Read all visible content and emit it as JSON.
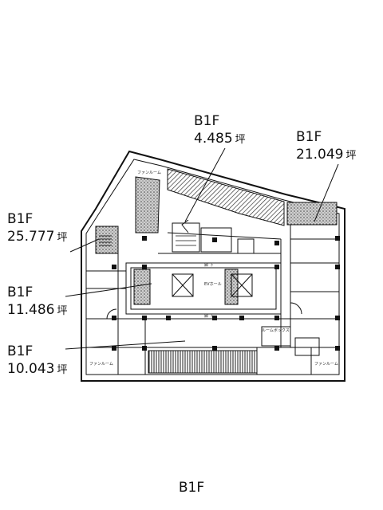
{
  "callouts": [
    {
      "floor": "B1F",
      "area": "4.485",
      "unit": "坪"
    },
    {
      "floor": "B1F",
      "area": "21.049",
      "unit": "坪"
    },
    {
      "floor": "B1F",
      "area": "25.777",
      "unit": "坪"
    },
    {
      "floor": "B1F",
      "area": "11.486",
      "unit": "坪"
    },
    {
      "floor": "B1F",
      "area": "10.043",
      "unit": "坪"
    }
  ],
  "plan_labels": {
    "fan_room_top": "ファンルーム",
    "fan_room_left": "ファンルーム",
    "fan_room_right": "ファンルーム",
    "ev_hall": "EVホール",
    "corridor_1": "廊 下",
    "corridor_2": "廊 下",
    "room_box": "ルームボックス"
  },
  "footer_label": "B1F"
}
